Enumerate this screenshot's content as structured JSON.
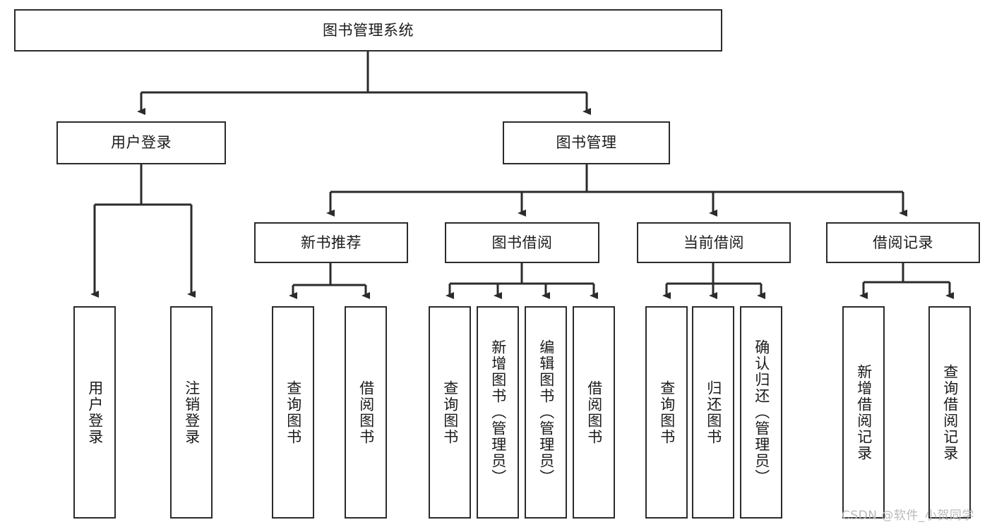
{
  "diagram": {
    "title": "图书管理系统",
    "type": "functional-structure-tree",
    "root": {
      "label": "图书管理系统"
    },
    "level2": [
      {
        "id": "user-login",
        "label": "用户登录"
      },
      {
        "id": "book-manage",
        "label": "图书管理"
      }
    ],
    "level3": [
      {
        "id": "new-book-recommend",
        "label": "新书推荐"
      },
      {
        "id": "book-borrow",
        "label": "图书借阅"
      },
      {
        "id": "current-borrow",
        "label": "当前借阅"
      },
      {
        "id": "borrow-record",
        "label": "借阅记录"
      }
    ],
    "leaves": {
      "user_login": [
        {
          "id": "leaf-user-login",
          "label": "用户登录"
        },
        {
          "id": "leaf-logout-login",
          "label": "注销登录"
        }
      ],
      "new_book_recommend": [
        {
          "id": "leaf-query-book-1",
          "label": "查询图书"
        },
        {
          "id": "leaf-borrow-book-1",
          "label": "借阅图书"
        }
      ],
      "book_borrow": [
        {
          "id": "leaf-query-book-2",
          "label": "查询图书"
        },
        {
          "id": "leaf-add-book",
          "label": "新增图书（管理员）"
        },
        {
          "id": "leaf-edit-book",
          "label": "编辑图书（管理员）"
        },
        {
          "id": "leaf-borrow-book-2",
          "label": "借阅图书"
        }
      ],
      "current_borrow": [
        {
          "id": "leaf-query-book-3",
          "label": "查询图书"
        },
        {
          "id": "leaf-return-book",
          "label": "归还图书"
        },
        {
          "id": "leaf-confirm-return",
          "label": "确认归还（管理员）"
        }
      ],
      "borrow_record": [
        {
          "id": "leaf-add-record",
          "label": "新增借阅记录"
        },
        {
          "id": "leaf-query-record",
          "label": "查询借阅记录"
        }
      ]
    }
  },
  "watermark": {
    "text": "CSDN @软件_小贺同学"
  },
  "colors": {
    "stroke": "#2b2b2b",
    "fill": "#ffffff",
    "text": "#1b1b1b",
    "watermark": "#b9b9b9"
  }
}
